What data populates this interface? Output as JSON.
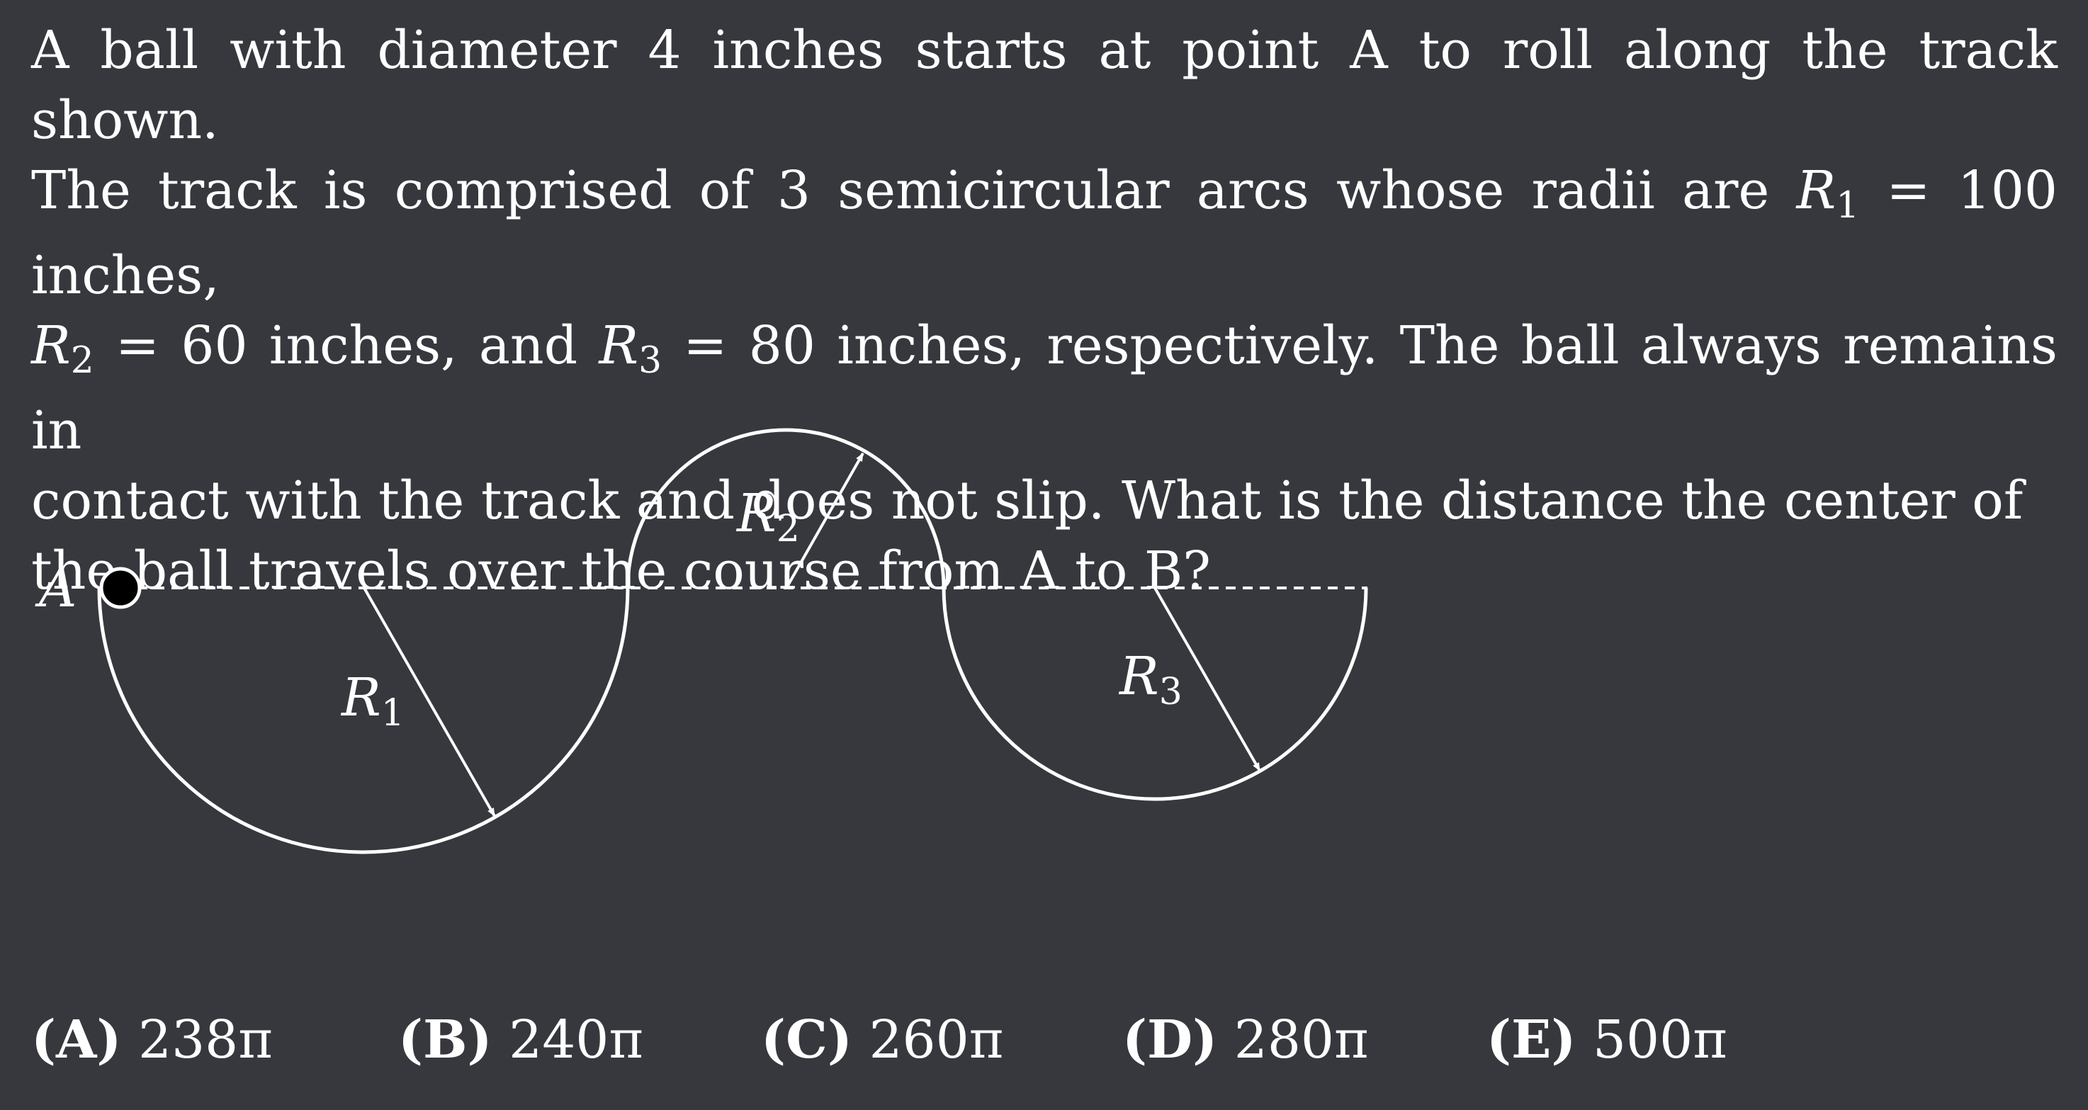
{
  "problem": {
    "line1": "A ball with diameter 4 inches starts at point A to roll along the track shown.",
    "line2_pre": "The track is comprised of 3 semicircular arcs whose radii are ",
    "r1_sym": "R",
    "r1_sub": "1",
    "r1_eq": " = 100 inches,",
    "r2_sym": "R",
    "r2_sub": "2",
    "r2_eq": " = 60 inches, and ",
    "r3_sym": "R",
    "r3_sub": "3",
    "r3_eq": " = 80 inches, respectively. The ball always remains in",
    "line4": "contact with the track and does not slip. What is the distance the center of",
    "line5": "the ball travels over the course from A to B?"
  },
  "diagram": {
    "point_a_label": "A",
    "radius_labels": [
      {
        "sym": "R",
        "sub": "1"
      },
      {
        "sym": "R",
        "sub": "2"
      },
      {
        "sym": "R",
        "sub": "3"
      }
    ],
    "radii_inches": [
      100,
      60,
      80
    ],
    "ball_diameter_inches": 4,
    "colors": {
      "background": "#36383d",
      "track": "#ffffff",
      "ball": "#000000"
    }
  },
  "choices": [
    {
      "letter": "(A)",
      "value": "238π"
    },
    {
      "letter": "(B)",
      "value": "240π"
    },
    {
      "letter": "(C)",
      "value": "260π"
    },
    {
      "letter": "(D)",
      "value": "280π"
    },
    {
      "letter": "(E)",
      "value": "500π"
    }
  ]
}
